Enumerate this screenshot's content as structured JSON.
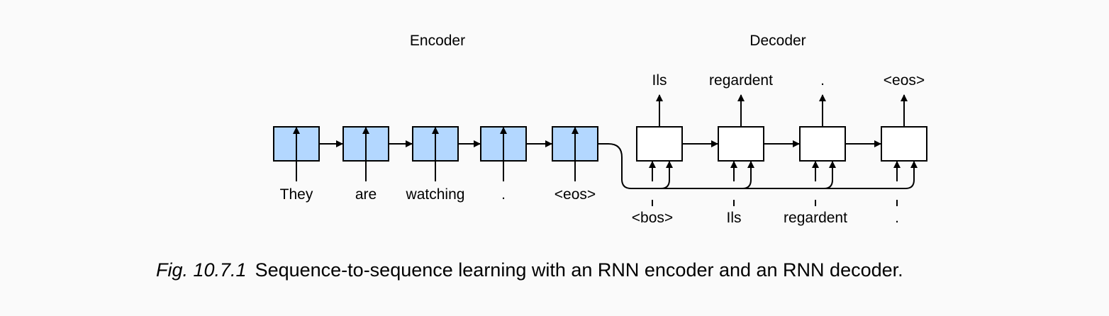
{
  "encoder": {
    "title": "Encoder",
    "inputs": [
      "They",
      "are",
      "watching",
      ".",
      "<eos>"
    ],
    "box_color": "#b3d7ff"
  },
  "decoder": {
    "title": "Decoder",
    "outputs": [
      "Ils",
      "regardent",
      ".",
      "<eos>"
    ],
    "inputs": [
      "<bos>",
      "Ils",
      "regardent",
      "."
    ],
    "box_color": "#ffffff"
  },
  "caption": {
    "figure_number": "Fig. 10.7.1",
    "text": "Sequence-to-sequence learning with an RNN encoder and an RNN decoder."
  }
}
